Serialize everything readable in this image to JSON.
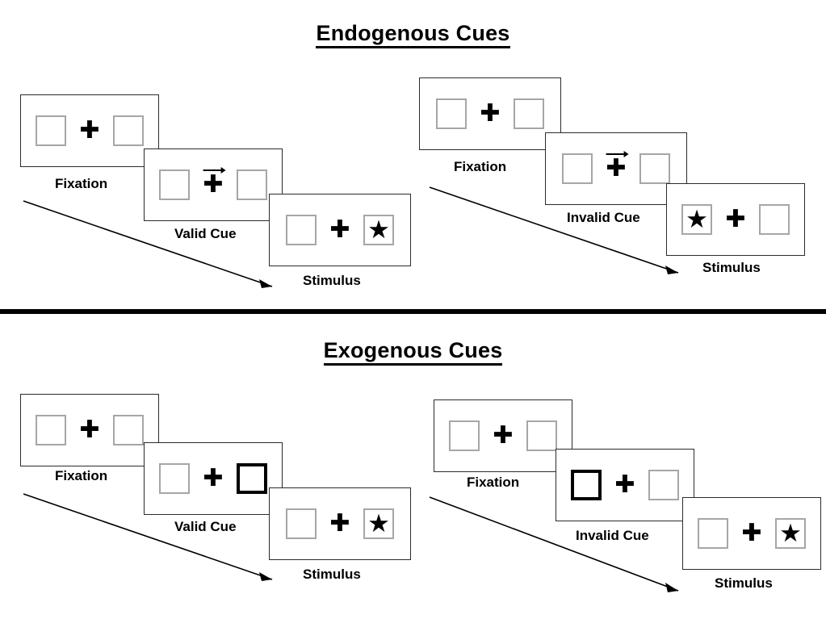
{
  "sections": [
    {
      "id": "endogenous",
      "title": "Endogenous Cues",
      "columns": [
        {
          "id": "endogenous-valid",
          "stages": [
            {
              "label": "Fixation",
              "left_star": false,
              "right_star": false,
              "left_highlight": false,
              "right_highlight": false,
              "arrow": "none"
            },
            {
              "label": "Valid Cue",
              "left_star": false,
              "right_star": false,
              "left_highlight": false,
              "right_highlight": false,
              "arrow": "right"
            },
            {
              "label": "Stimulus",
              "left_star": false,
              "right_star": true,
              "left_highlight": false,
              "right_highlight": false,
              "arrow": "none"
            }
          ]
        },
        {
          "id": "endogenous-invalid",
          "stages": [
            {
              "label": "Fixation",
              "left_star": false,
              "right_star": false,
              "left_highlight": false,
              "right_highlight": false,
              "arrow": "none"
            },
            {
              "label": "Invalid Cue",
              "left_star": false,
              "right_star": false,
              "left_highlight": false,
              "right_highlight": false,
              "arrow": "right"
            },
            {
              "label": "Stimulus",
              "left_star": true,
              "right_star": false,
              "left_highlight": false,
              "right_highlight": false,
              "arrow": "none"
            }
          ]
        }
      ]
    },
    {
      "id": "exogenous",
      "title": "Exogenous Cues",
      "columns": [
        {
          "id": "exogenous-valid",
          "stages": [
            {
              "label": "Fixation",
              "left_star": false,
              "right_star": false,
              "left_highlight": false,
              "right_highlight": false,
              "arrow": "none"
            },
            {
              "label": "Valid Cue",
              "left_star": false,
              "right_star": false,
              "left_highlight": false,
              "right_highlight": true,
              "arrow": "none"
            },
            {
              "label": "Stimulus",
              "left_star": false,
              "right_star": true,
              "left_highlight": false,
              "right_highlight": false,
              "arrow": "none"
            }
          ]
        },
        {
          "id": "exogenous-invalid",
          "stages": [
            {
              "label": "Fixation",
              "left_star": false,
              "right_star": false,
              "left_highlight": false,
              "right_highlight": false,
              "arrow": "none"
            },
            {
              "label": "Invalid Cue",
              "left_star": false,
              "right_star": false,
              "left_highlight": true,
              "right_highlight": false,
              "arrow": "none"
            },
            {
              "label": "Stimulus",
              "left_star": false,
              "right_star": true,
              "left_highlight": false,
              "right_highlight": false,
              "arrow": "none"
            }
          ]
        }
      ]
    }
  ],
  "glyphs": {
    "star": "★",
    "plus": "✚"
  },
  "colors": {
    "frame_border": "#2b2b2b",
    "cell_border": "#a6a6a6",
    "highlight_border": "#000000",
    "text": "#000000",
    "background": "#ffffff"
  }
}
